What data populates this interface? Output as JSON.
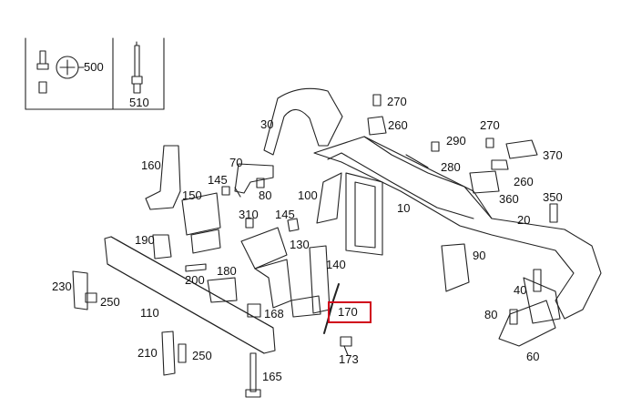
{
  "diagram": {
    "callouts": [
      {
        "id": "c500",
        "text": "500"
      },
      {
        "id": "c510",
        "text": "510"
      },
      {
        "id": "c30",
        "text": "30"
      },
      {
        "id": "c270a",
        "text": "270"
      },
      {
        "id": "c260a",
        "text": "260"
      },
      {
        "id": "c290",
        "text": "290"
      },
      {
        "id": "c270b",
        "text": "270"
      },
      {
        "id": "c370",
        "text": "370"
      },
      {
        "id": "c280",
        "text": "280"
      },
      {
        "id": "c260b",
        "text": "260"
      },
      {
        "id": "c360",
        "text": "360"
      },
      {
        "id": "c350",
        "text": "350"
      },
      {
        "id": "c160",
        "text": "160"
      },
      {
        "id": "c70",
        "text": "70"
      },
      {
        "id": "c145a",
        "text": "145"
      },
      {
        "id": "c80a",
        "text": "80"
      },
      {
        "id": "c150",
        "text": "150"
      },
      {
        "id": "c100",
        "text": "100"
      },
      {
        "id": "c10",
        "text": "10"
      },
      {
        "id": "c20",
        "text": "20"
      },
      {
        "id": "c310",
        "text": "310"
      },
      {
        "id": "c145b",
        "text": "145"
      },
      {
        "id": "c190",
        "text": "190"
      },
      {
        "id": "c130",
        "text": "130"
      },
      {
        "id": "c90",
        "text": "90"
      },
      {
        "id": "c140",
        "text": "140"
      },
      {
        "id": "c200",
        "text": "200"
      },
      {
        "id": "c180",
        "text": "180"
      },
      {
        "id": "c230",
        "text": "230"
      },
      {
        "id": "c250a",
        "text": "250"
      },
      {
        "id": "c40",
        "text": "40"
      },
      {
        "id": "c110",
        "text": "110"
      },
      {
        "id": "c168",
        "text": "168"
      },
      {
        "id": "c170",
        "text": "170"
      },
      {
        "id": "c80b",
        "text": "80"
      },
      {
        "id": "c210",
        "text": "210"
      },
      {
        "id": "c250b",
        "text": "250"
      },
      {
        "id": "c173",
        "text": "173"
      },
      {
        "id": "c60",
        "text": "60"
      },
      {
        "id": "c165",
        "text": "165"
      }
    ],
    "highlight_color": "#d0021b"
  }
}
